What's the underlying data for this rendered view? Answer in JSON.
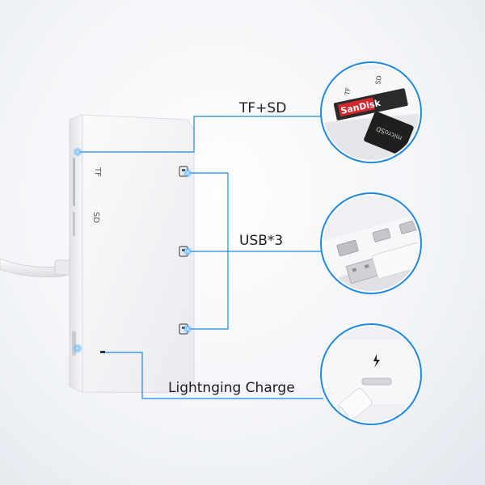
{
  "callouts": {
    "tf_sd": "TF+SD",
    "usb": "USB*3",
    "charge": "Lightnging Charge"
  },
  "hub_labels": {
    "tf": "TF",
    "sd": "SD"
  },
  "zoom_labels": {
    "tf": "TF",
    "sd": "SD",
    "sd_card_brand": "SanDisk",
    "micro_card_brand": "microSD"
  },
  "colors": {
    "accent_line": "#1e88e5",
    "glow": "#3aa0ff",
    "device_body": "#f4f4f6",
    "sd_card_red": "#d3272c"
  }
}
